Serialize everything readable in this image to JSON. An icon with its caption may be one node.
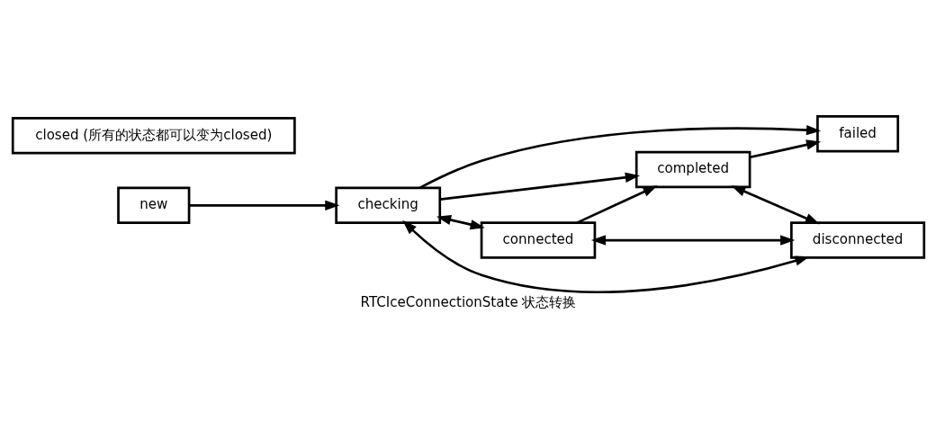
{
  "diagram": {
    "caption": "RTCIceConnectionState 状态转换",
    "nodes": [
      {
        "text": [
          "new"
        ]
      },
      {
        "text": [
          "checking"
        ]
      },
      {
        "text": [
          "connected"
        ]
      },
      {
        "text": [
          "completed"
        ]
      },
      {
        "text": [
          "failed"
        ]
      },
      {
        "text": [
          "disconnected"
        ]
      },
      {
        "text": [
          "closed (所有的状态都可以变为closed)"
        ]
      }
    ],
    "edges": [
      {
        "from": 0,
        "to": 1,
        "arrow": "to"
      },
      {
        "from": 1,
        "to": 2,
        "arrow": "both"
      },
      {
        "from": 2,
        "to": 3,
        "arrow": "to"
      },
      {
        "from": 1,
        "to": 3,
        "arrow": "to"
      },
      {
        "from": 1,
        "to": 4,
        "arrow": "to"
      },
      {
        "from": 1,
        "to": 5,
        "arrow": "both"
      },
      {
        "from": 2,
        "to": 5,
        "arrow": "both"
      },
      {
        "from": 3,
        "to": 5,
        "arrow": "both"
      },
      {
        "from": 3,
        "to": 4,
        "arrow": "to"
      }
    ]
  }
}
